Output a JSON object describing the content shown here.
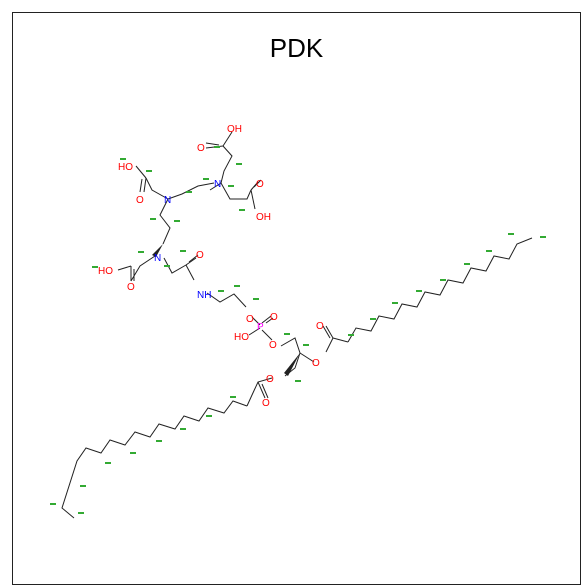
{
  "figure": {
    "title": "PDK",
    "colors": {
      "bond": "#222222",
      "oxygen": "#ff0000",
      "nitrogen": "#0000ff",
      "phosphorus": "#ff00ff",
      "hydrogen_label": "#33aa33"
    }
  },
  "atom_labels": {
    "oh1": "OH",
    "o1": "O",
    "ho1": "HO",
    "o2": "O",
    "n1": "N",
    "o3": "O",
    "oh2": "OH",
    "n2": "N",
    "ho2": "HO",
    "o4": "O",
    "o5": "O",
    "nh": "NH",
    "o6": "O",
    "p": "P",
    "o7": "O",
    "ho3": "HO",
    "o8": "O",
    "o9": "O",
    "o10": "O",
    "o11": "O",
    "o12": "O"
  }
}
